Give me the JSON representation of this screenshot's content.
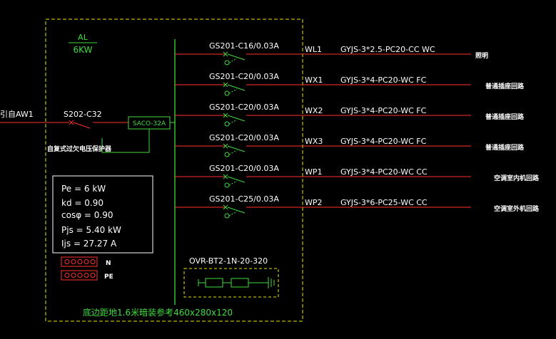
{
  "panel": {
    "name": "AL",
    "power": "6KW",
    "incoming": "引自AW1",
    "main_breaker": "S202-C32",
    "protector": "SACO-32A",
    "protector_note": "自复式过欠电压保护器",
    "footer": "底边距地1.6米暗装参考460x280x120"
  },
  "calc": {
    "pe": "Pe = 6  kW",
    "kd": "kd = 0.90",
    "cos": "cosφ = 0.90",
    "pjs": "Pjs = 5.40  kW",
    "ijs": "Ijs = 27.27  A"
  },
  "terminals": {
    "n": "N",
    "pe": "PE"
  },
  "spd": {
    "label": "OVR-BT2-1N-20-320"
  },
  "circuits": [
    {
      "breaker": "GS201-C16/0.03A",
      "id": "WL1",
      "cable": "GYJS-3*2.5-PC20-CC WC",
      "use": "照明"
    },
    {
      "breaker": "GS201-C20/0.03A",
      "id": "WX1",
      "cable": "GYJS-3*4-PC20-WC FC",
      "use": "普通插座回路"
    },
    {
      "breaker": "GS201-C20/0.03A",
      "id": "WX2",
      "cable": "GYJS-3*4-PC20-WC FC",
      "use": "普通插座回路"
    },
    {
      "breaker": "GS201-C20/0.03A",
      "id": "WX3",
      "cable": "GYJS-3*4-PC20-WC FC",
      "use": "普通插座回路"
    },
    {
      "breaker": "GS201-C20/0.03A",
      "id": "WP1",
      "cable": "GYJS-3*4-PC20-WC CC",
      "use": "空调室内机回路"
    },
    {
      "breaker": "GS201-C25/0.03A",
      "id": "WP2",
      "cable": "GYJS-3*6-PC25-WC CC",
      "use": "空调室外机回路"
    }
  ]
}
